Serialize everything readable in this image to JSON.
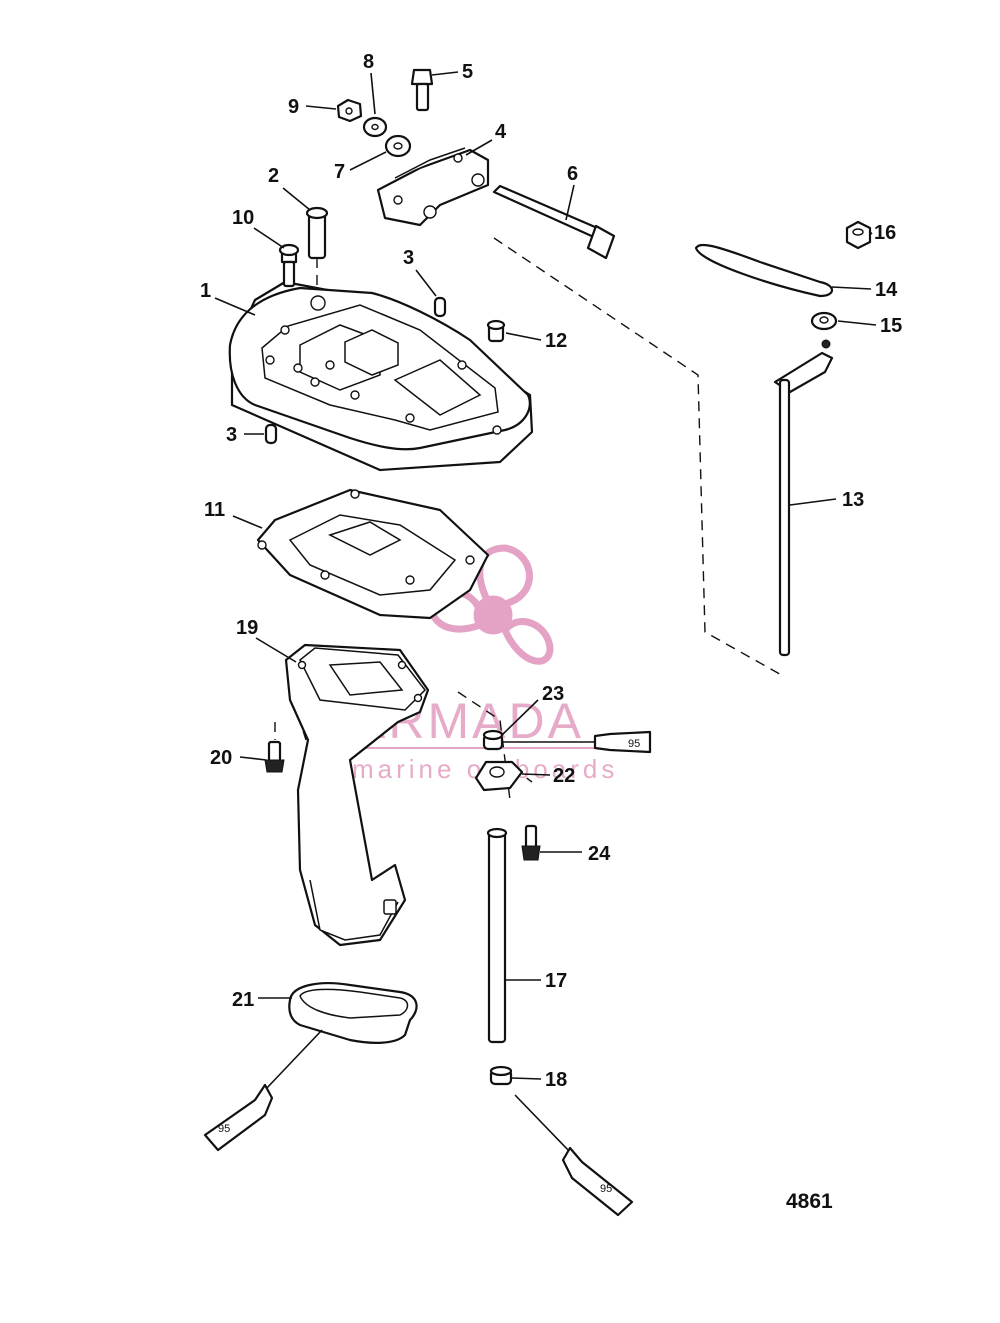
{
  "figure_number": "4861",
  "sealant_label": "95",
  "watermark": {
    "brand": "ARMADA",
    "tagline": "marine outboards",
    "color": "#e4a2c4"
  },
  "callouts": {
    "c1": "1",
    "c2": "2",
    "c3a": "3",
    "c3b": "3",
    "c4": "4",
    "c5": "5",
    "c6": "6",
    "c7": "7",
    "c8": "8",
    "c9": "9",
    "c10": "10",
    "c11": "11",
    "c12": "12",
    "c13": "13",
    "c14": "14",
    "c15": "15",
    "c16": "16",
    "c17": "17",
    "c18": "18",
    "c19": "19",
    "c20": "20",
    "c21": "21",
    "c22": "22",
    "c23": "23",
    "c24": "24"
  }
}
